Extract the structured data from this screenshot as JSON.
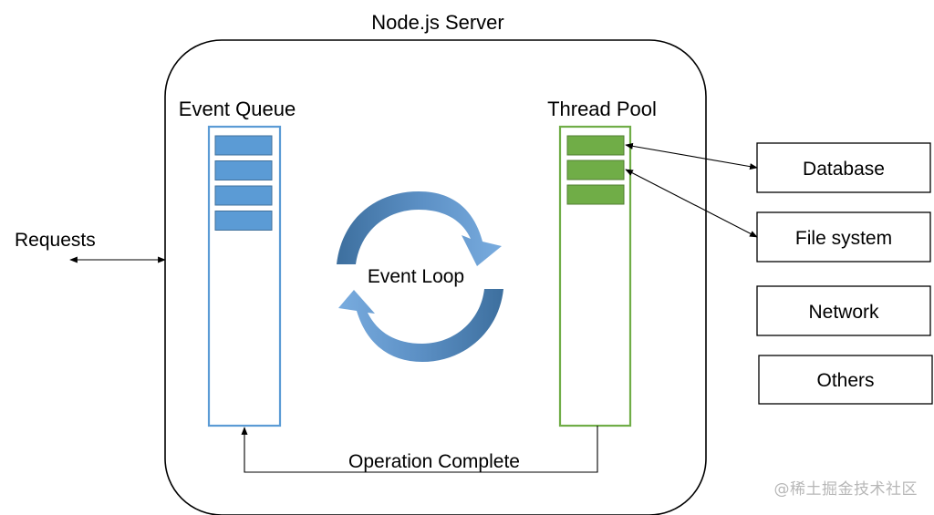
{
  "server": {
    "title": "Node.js Server"
  },
  "event_queue": {
    "label": "Event Queue",
    "item_count": 4,
    "color": "#5b9bd5",
    "border": "#41719c"
  },
  "thread_pool": {
    "label": "Thread Pool",
    "item_count": 3,
    "color": "#70ad47",
    "border": "#507e32"
  },
  "event_loop": {
    "label": "Event Loop",
    "color": "#5b9bd5"
  },
  "requests": {
    "label": "Requests"
  },
  "operation_complete": {
    "label": "Operation Complete"
  },
  "resources": [
    {
      "id": "database",
      "label": "Database"
    },
    {
      "id": "file-system",
      "label": "File system"
    },
    {
      "id": "network",
      "label": "Network"
    },
    {
      "id": "others",
      "label": "Others"
    }
  ],
  "watermark": "@稀土掘金技术社区"
}
